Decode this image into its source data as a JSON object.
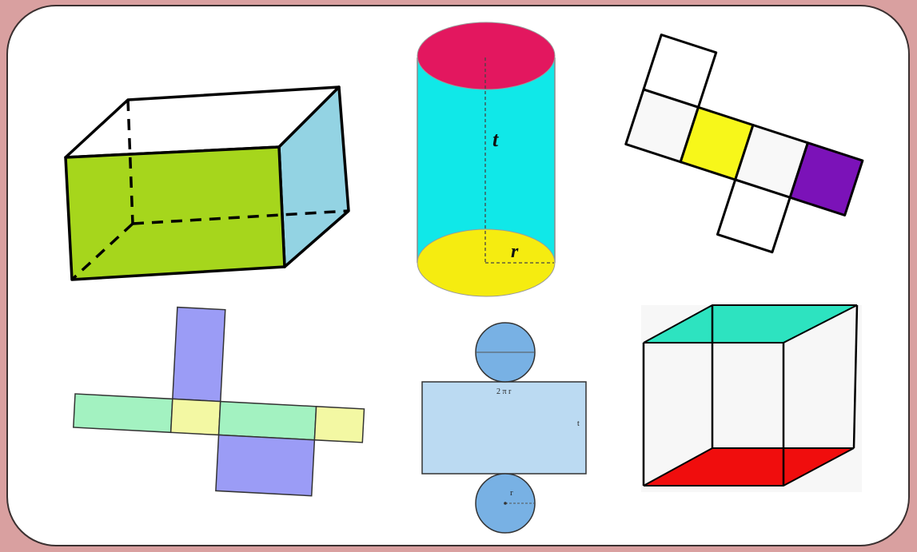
{
  "cylinder": {
    "height_label": "t",
    "radius_label": "r"
  },
  "cylinder_net": {
    "width_label": "2 π r",
    "height_label": "t",
    "radius_label": "r"
  },
  "colors": {
    "page_background": "#d9a0a0",
    "panel_background": "#ffffff",
    "box_front": "#a6d61c",
    "box_side": "#93d3e3",
    "cylinder_top": "#e3175f",
    "cylinder_body": "#10e8e8",
    "cylinder_bottom": "#f5ec10",
    "cube_net_yellow": "#f7f71a",
    "cube_net_purple": "#7b12b8",
    "cube_net_gray": "#f8f8f8",
    "cuboid_net_blue": "#9b9cf6",
    "cuboid_net_green": "#a3f2c1",
    "cuboid_net_yellow": "#f3f8a3",
    "cyl_net_circle": "#78b1e4",
    "cyl_net_rect": "#bbdaf2",
    "cube_top": "#2de3c0",
    "cube_bottom": "#f00d0d"
  }
}
